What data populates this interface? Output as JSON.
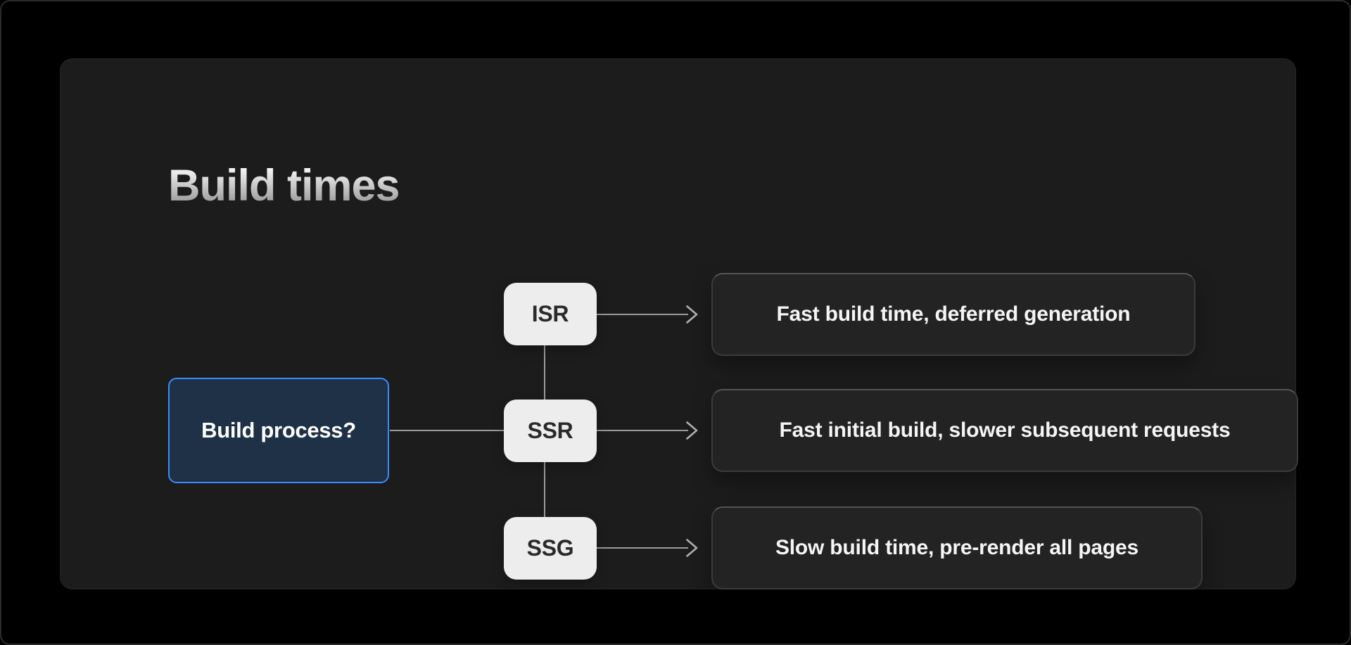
{
  "title": "Build times",
  "diagram": {
    "root": {
      "label": "Build process?"
    },
    "branches": [
      {
        "label": "ISR",
        "result": "Fast build time, deferred generation"
      },
      {
        "label": "SSR",
        "result": "Fast initial build, slower subsequent requests"
      },
      {
        "label": "SSG",
        "result": "Slow build time, pre-render all pages"
      }
    ]
  },
  "colors": {
    "background": "#000000",
    "panel": "#1c1c1d",
    "accent_border": "#3d8bfd",
    "accent_fill": "#1e3146",
    "node_bg": "#ededed",
    "node_text": "#2a2a2a",
    "result_bg": "#232324",
    "result_border": "#3b3b3c",
    "connector": "#9b9b9b",
    "text": "#f5f5f5"
  }
}
